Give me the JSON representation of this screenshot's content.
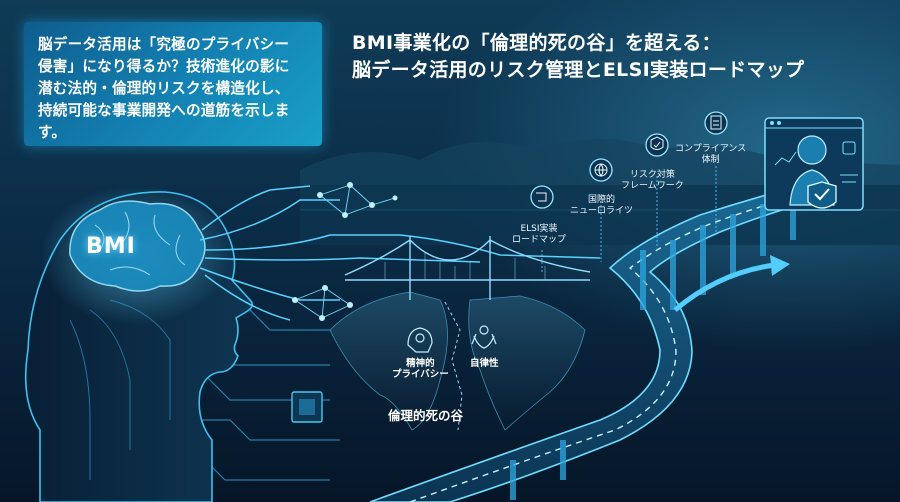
{
  "intro": {
    "lines": [
      "脳データ活用は「究極のプライバシー",
      "侵害」になり得るか？技術進化の影に",
      "潜む法的・倫理的リスクを構造化し、",
      "持続可能な事業開発への道筋を示しま",
      "す。"
    ]
  },
  "title": {
    "line1": "BMI事業化の「倫理的死の谷」を超える：",
    "line2": "脳データ活用のリスク管理とELSI実装ロードマップ"
  },
  "head": {
    "label": "BMI"
  },
  "milestones": [
    {
      "line1": "ELSI実装",
      "line2": "ロードマップ",
      "icon": "roadmap-icon"
    },
    {
      "line1": "国際的",
      "line2": "ニューロライツ",
      "icon": "globe-icon"
    },
    {
      "line1": "リスク対策",
      "line2": "フレームワーク",
      "icon": "shield-check-icon"
    },
    {
      "line1": "コンプライアンス",
      "line2": "体制",
      "icon": "clipboard-icon"
    }
  ],
  "hazards": [
    {
      "line1": "精神的",
      "line2": "プライバシー",
      "icon": "head-brain-icon"
    },
    {
      "line1": "自律性",
      "line2": "",
      "icon": "hands-person-icon"
    }
  ],
  "valley": {
    "label": "倫理的死の谷"
  },
  "colors": {
    "accent": "#39c8ff",
    "box": "#1383b4",
    "background": "#06142a"
  }
}
